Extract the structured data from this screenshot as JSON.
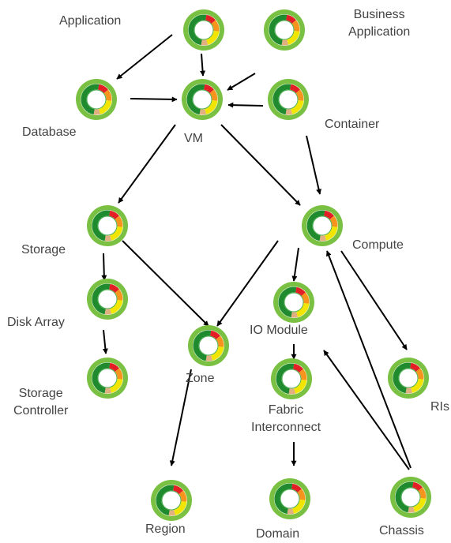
{
  "colors": {
    "outer_ring": "#7ac143",
    "dark_green": "#1f8a2e",
    "mid_green": "#4caf50",
    "red": "#e31e24",
    "orange": "#f7941d",
    "yellow": "#f2e600",
    "tan": "#e0b080",
    "arrow": "#000000",
    "text": "#444444"
  },
  "nodes": [
    {
      "id": "application",
      "label": "Application"
    },
    {
      "id": "business-application",
      "label": "Business\nApplication"
    },
    {
      "id": "database",
      "label": "Database"
    },
    {
      "id": "vm",
      "label": "VM"
    },
    {
      "id": "container",
      "label": "Container"
    },
    {
      "id": "storage",
      "label": "Storage"
    },
    {
      "id": "compute",
      "label": "Compute"
    },
    {
      "id": "disk-array",
      "label": "Disk Array"
    },
    {
      "id": "io-module",
      "label": "IO Module"
    },
    {
      "id": "zone",
      "label": "Zone"
    },
    {
      "id": "storage-controller",
      "label": "Storage\nController"
    },
    {
      "id": "fabric-interconnect",
      "label": "Fabric\nInterconnect"
    },
    {
      "id": "ris",
      "label": "RIs"
    },
    {
      "id": "region",
      "label": "Region"
    },
    {
      "id": "domain",
      "label": "Domain"
    },
    {
      "id": "chassis",
      "label": "Chassis"
    }
  ],
  "edges": [
    {
      "from": "application",
      "to": "database"
    },
    {
      "from": "application",
      "to": "vm"
    },
    {
      "from": "business-application",
      "to": "vm"
    },
    {
      "from": "database",
      "to": "vm"
    },
    {
      "from": "container",
      "to": "vm"
    },
    {
      "from": "vm",
      "to": "storage"
    },
    {
      "from": "vm",
      "to": "compute"
    },
    {
      "from": "container",
      "to": "compute"
    },
    {
      "from": "storage",
      "to": "disk-array"
    },
    {
      "from": "storage",
      "to": "zone"
    },
    {
      "from": "compute",
      "to": "zone"
    },
    {
      "from": "compute",
      "to": "io-module"
    },
    {
      "from": "compute",
      "to": "ris"
    },
    {
      "from": "disk-array",
      "to": "storage-controller"
    },
    {
      "from": "io-module",
      "to": "fabric-interconnect"
    },
    {
      "from": "zone",
      "to": "region"
    },
    {
      "from": "fabric-interconnect",
      "to": "domain"
    },
    {
      "from": "chassis",
      "to": "io-module"
    },
    {
      "from": "chassis",
      "to": "compute"
    }
  ]
}
